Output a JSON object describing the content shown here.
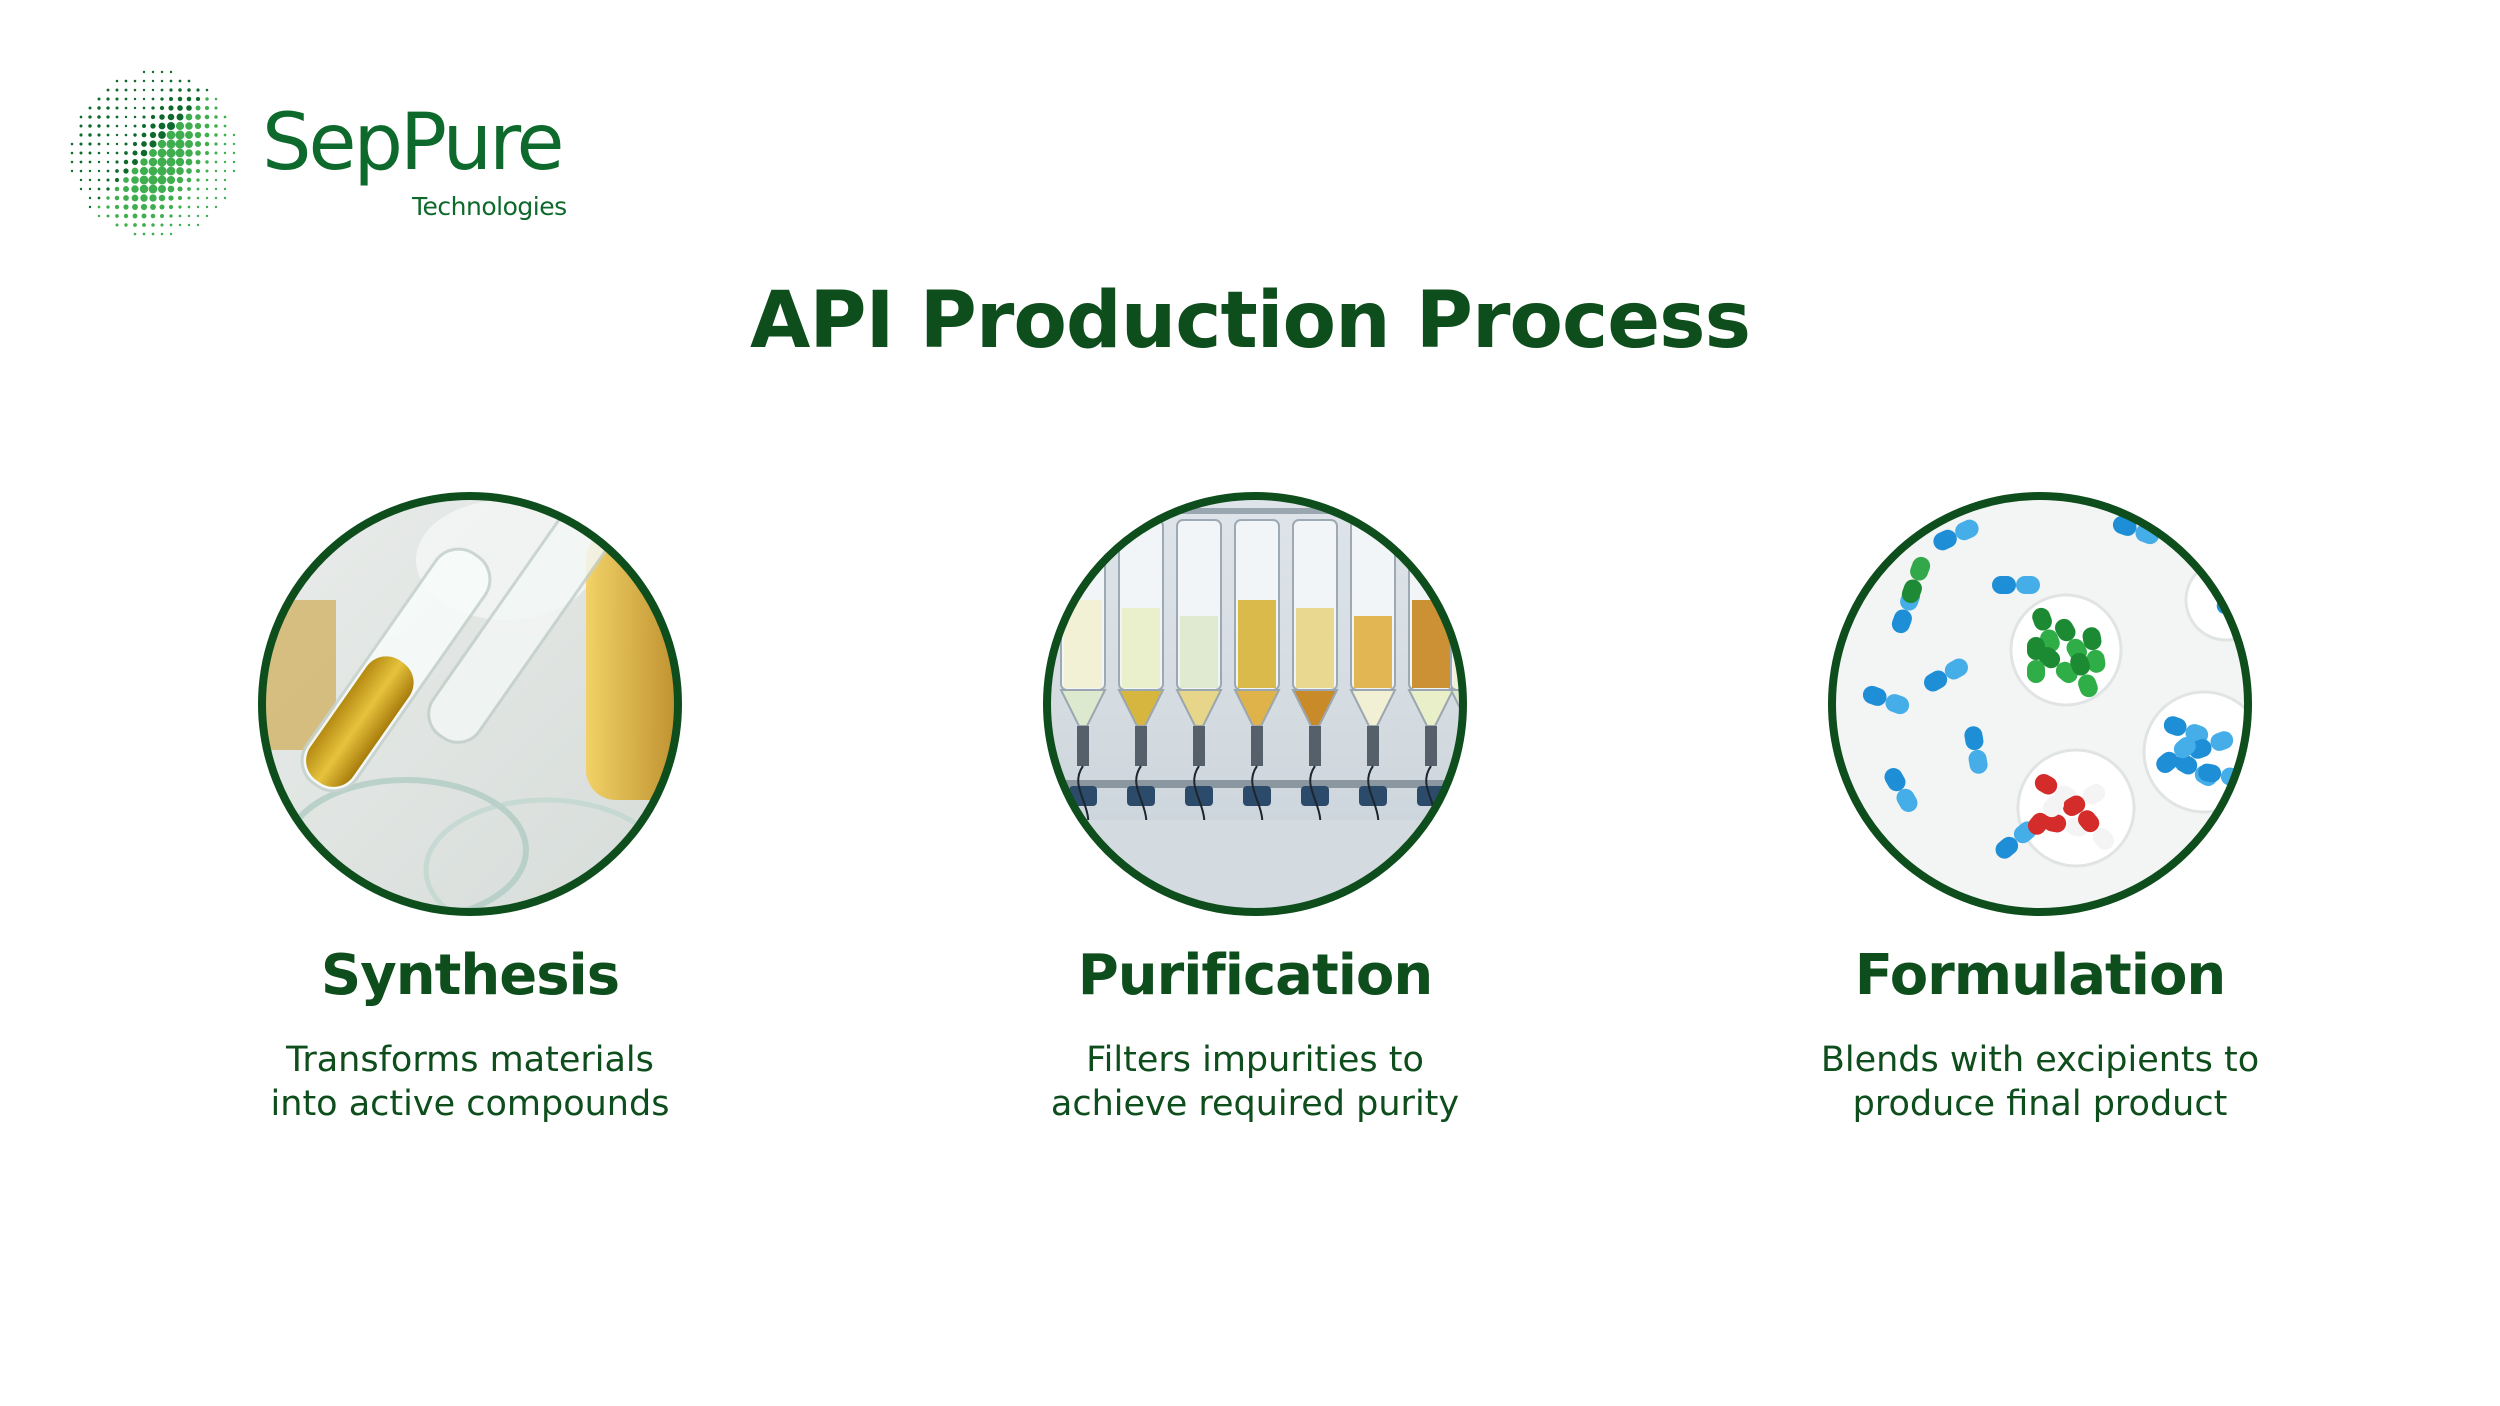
{
  "logo": {
    "name": "SepPure",
    "subtitle": "Technologies",
    "icon": "dotted-sphere-logo-icon"
  },
  "title": "API Production Process",
  "colors": {
    "primary_dark_green": "#0e4d1c",
    "brand_green": "#0e6a2c",
    "accent_green": "#3da24a",
    "background": "#ffffff"
  },
  "steps": [
    {
      "title": "Synthesis",
      "description_lines": [
        "Transforms materials",
        "into active compounds"
      ],
      "image": "test-tubes-photo"
    },
    {
      "title": "Purification",
      "description_lines": [
        "Filters impurities to",
        "achieve required purity"
      ],
      "image": "filtration-columns-photo"
    },
    {
      "title": "Formulation",
      "description_lines": [
        "Blends with excipients to",
        "produce final product"
      ],
      "image": "capsules-photo"
    }
  ]
}
